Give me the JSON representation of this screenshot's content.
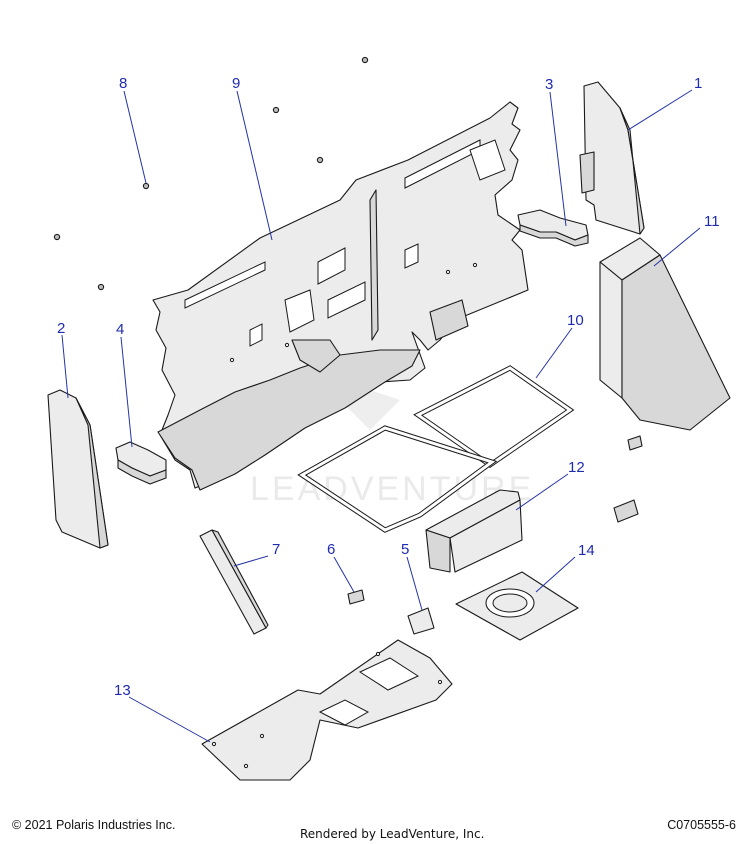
{
  "callouts": {
    "c1": "1",
    "c2": "2",
    "c3": "3",
    "c4": "4",
    "c5": "5",
    "c6": "6",
    "c7": "7",
    "c8": "8",
    "c9": "9",
    "c10": "10",
    "c11": "11",
    "c12": "12",
    "c13": "13",
    "c14": "14"
  },
  "footer": {
    "copyright": "© 2021 Polaris Industries Inc.",
    "rendered_by": "Rendered by LeadVenture, Inc.",
    "diagram_code": "C0705555-6"
  },
  "watermark": "LEADVENTURE",
  "colors": {
    "callout": "#1f2bb0",
    "leader": "#2433a6",
    "part_fill": "#ececec",
    "outline": "#1a1a1a"
  }
}
